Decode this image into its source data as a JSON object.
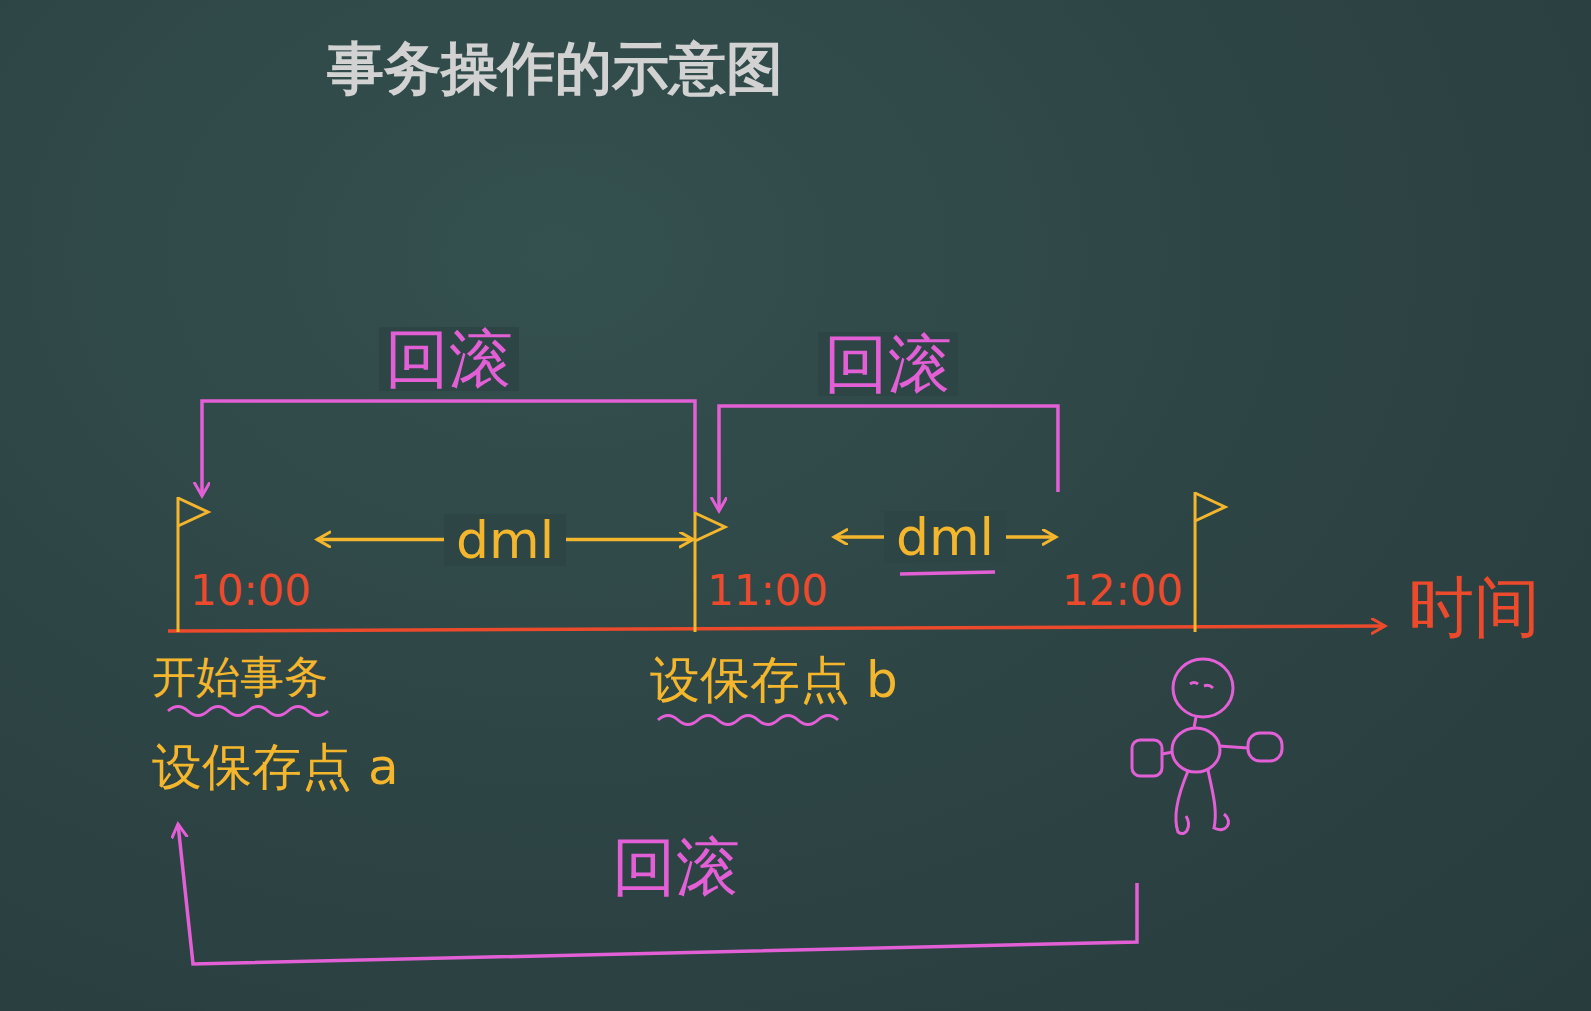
{
  "diagram": {
    "title": "事务操作的示意图",
    "nodes": [
      {
        "text": [
          "10:00"
        ]
      },
      {
        "text": [
          "11:00"
        ]
      },
      {
        "text": [
          "12:00"
        ]
      }
    ],
    "edges": [
      {
        "from": 0,
        "to": 1,
        "arrow": "both",
        "label": "dml"
      },
      {
        "from": 1,
        "to": 2,
        "arrow": "both",
        "label": "dml"
      },
      {
        "from": 1,
        "to": 0,
        "arrow": "to",
        "label": "回滚"
      },
      {
        "from": 2,
        "to": 1,
        "arrow": "to",
        "label": "回滚"
      }
    ],
    "labels": [
      "开始事务",
      "设保存点 a",
      "设保存点 b",
      "回滚",
      "时间"
    ]
  }
}
